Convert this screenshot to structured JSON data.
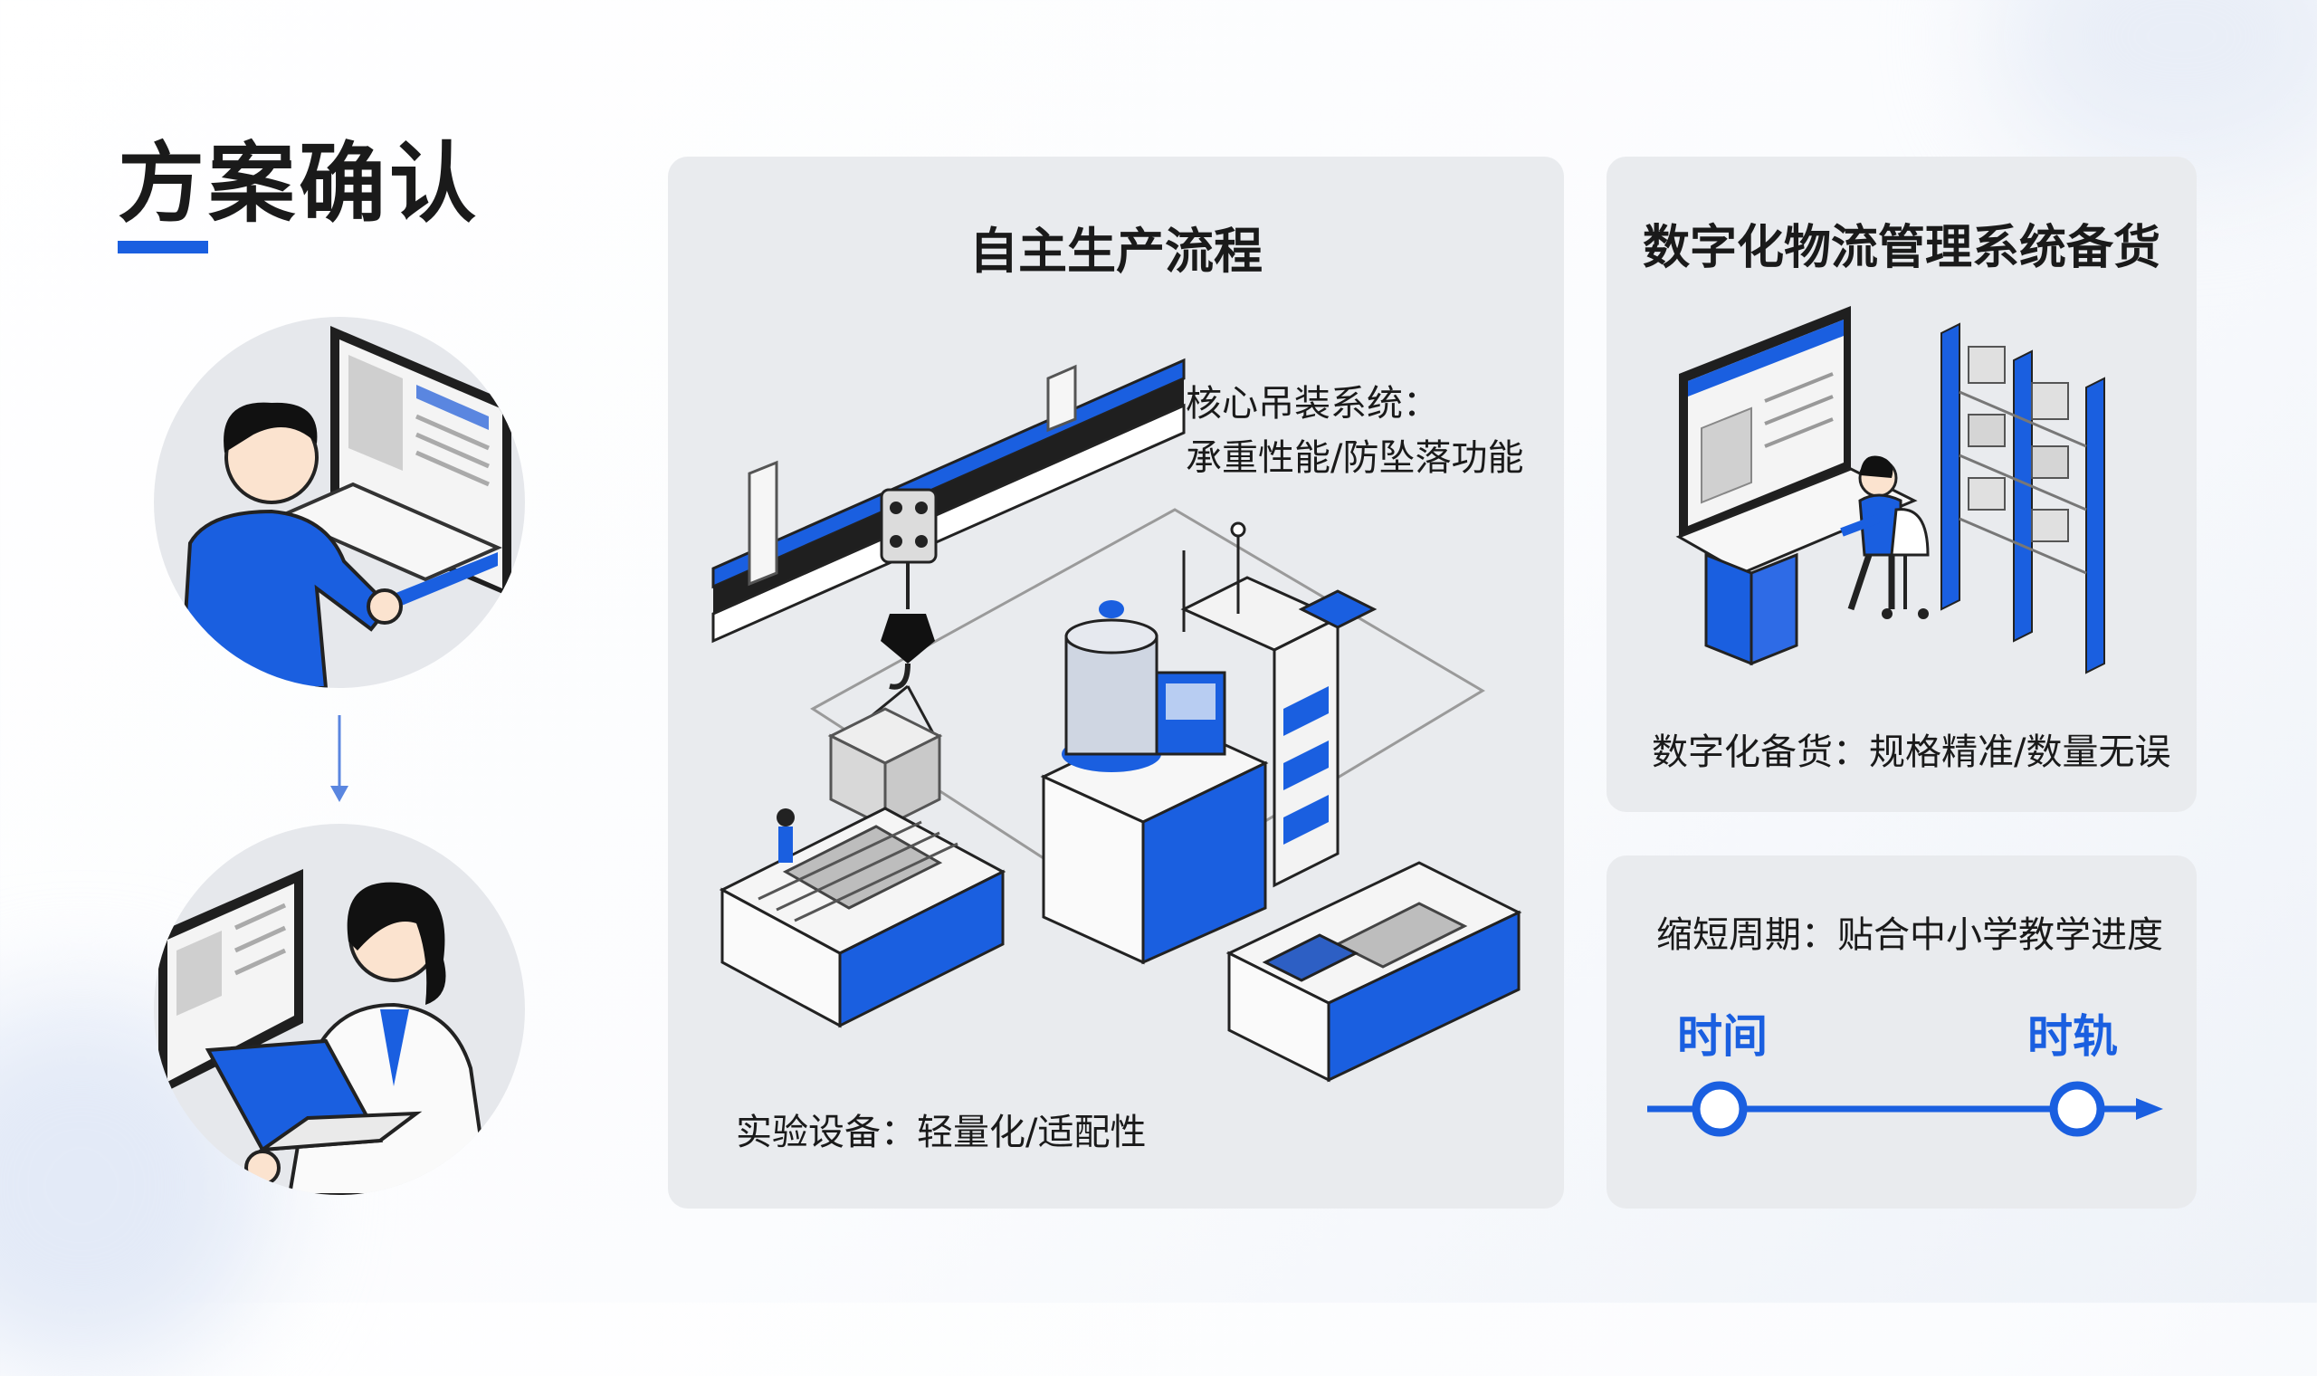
{
  "page": {
    "title": "方案确认"
  },
  "production": {
    "title": "自主生产流程",
    "hoist_label_1": "核心吊装系统：",
    "hoist_label_2": "承重性能/防坠落功能",
    "equipment_label": "实验设备：轻量化/适配性"
  },
  "logistics": {
    "title": "数字化物流管理系统备货",
    "stock_label": "数字化备货：规格精准/数量无误"
  },
  "timeline": {
    "caption": "缩短周期：贴合中小学教学进度",
    "start_label": "时间",
    "end_label": "时轨"
  },
  "colors": {
    "accent": "#1a5fe0",
    "panel": "#e9ebee",
    "dark": "#1a1a1a"
  }
}
